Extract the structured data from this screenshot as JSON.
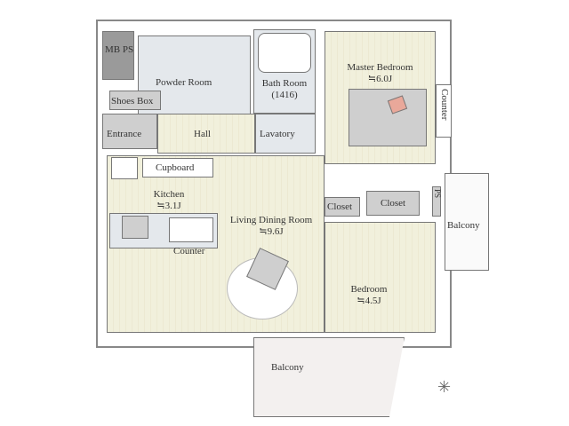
{
  "rooms": {
    "mbps": "MB PS",
    "powder_room": "Powder Room",
    "bath_room": "Bath Room",
    "bath_size": "(1416)",
    "master_bedroom": "Master Bedroom",
    "master_bedroom_size": "≒6.0J",
    "counter_master": "Counter",
    "shoes_box": "Shoes Box",
    "entrance": "Entrance",
    "hall": "Hall",
    "lavatory": "Lavatory",
    "cupboard": "Cupboard",
    "kitchen": "Kitchen",
    "kitchen_size": "≒3.1J",
    "living_dining": "Living Dining Room",
    "living_dining_size": "≒9.6J",
    "closet_left": "Closet",
    "closet_right": "Closet",
    "ps": "PS",
    "balcony_right": "Balcony",
    "counter_kitchen": "Counter",
    "bedroom": "Bedroom",
    "bedroom_size": "≒4.5J",
    "balcony_bottom": "Balcony"
  }
}
